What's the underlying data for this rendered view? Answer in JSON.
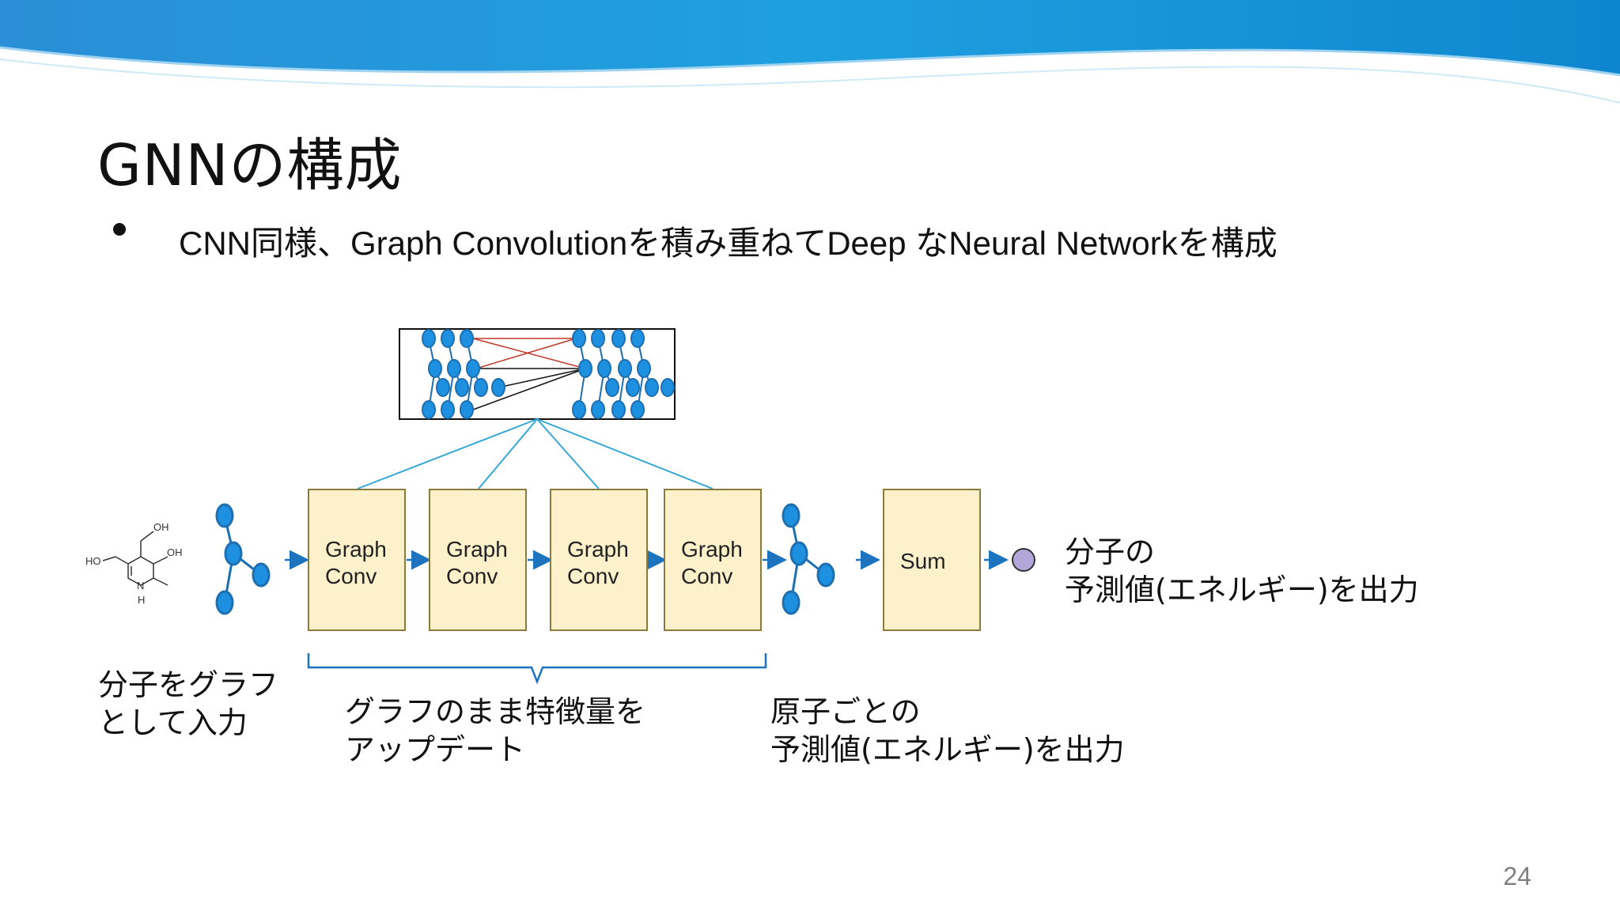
{
  "slide": {
    "title": "GNNの構成",
    "bullet": "CNN同様、Graph Convolutionを積み重ねてDeep なNeural Networkを構成",
    "page_number": "24"
  },
  "diagram": {
    "molecule_labels": {
      "oh_top": "OH",
      "oh_right": "OH",
      "ho_left": "HO",
      "n": "N",
      "h": "H"
    },
    "graph_conv_boxes": [
      {
        "line1": "Graph",
        "line2": "Conv"
      },
      {
        "line1": "Graph",
        "line2": "Conv"
      },
      {
        "line1": "Graph",
        "line2": "Conv"
      },
      {
        "line1": "Graph",
        "line2": "Conv"
      }
    ],
    "sum_label": "Sum",
    "captions": {
      "input": [
        "分子をグラフ",
        "として入力"
      ],
      "update": [
        "グラフのまま特徴量を",
        "アップデート"
      ],
      "atom_output": [
        "原子ごとの",
        "予測値(エネルギー)を出力"
      ],
      "molecule_output": [
        "分子の",
        "予測値(エネルギー)を出力"
      ]
    },
    "colors": {
      "node": "#1e90e0",
      "edge": "#1e6fb0",
      "box_fill": "#fdf1cc",
      "box_border": "#8b7a3a",
      "output_node": "#b3a6d9",
      "arrow": "#1e73be",
      "fan_line": "#35a7d6",
      "cross_red": "#c0392b"
    }
  }
}
